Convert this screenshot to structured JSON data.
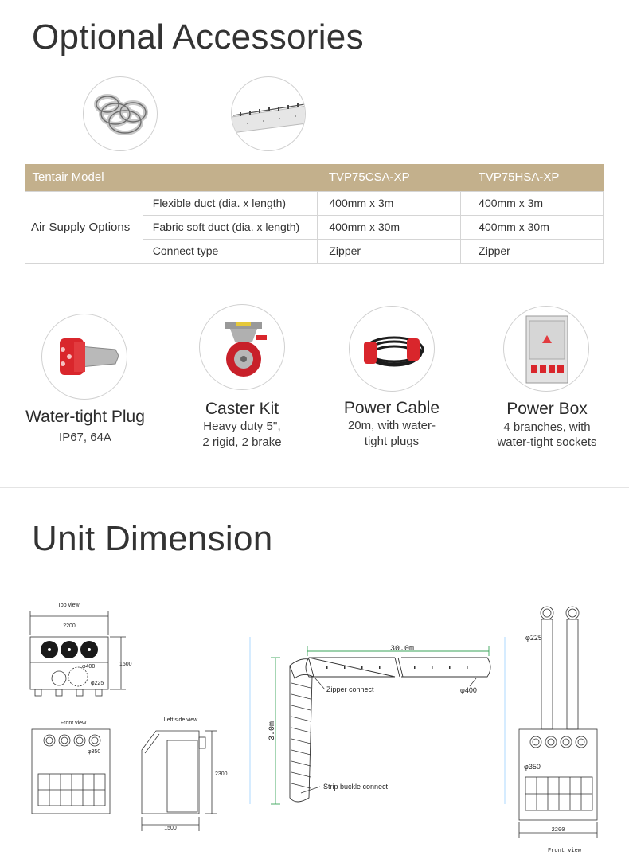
{
  "accessories_section": {
    "title": "Optional Accessories"
  },
  "spec_table": {
    "headers": [
      "Tentair Model",
      "",
      "TVP75CSA-XP",
      "TVP75HSA-XP"
    ],
    "group_label": "Air Supply Options",
    "rows": [
      {
        "label": "Flexible duct (dia. x length)",
        "csa": "400mm x 3m",
        "hsa": "400mm x 3m"
      },
      {
        "label": "Fabric soft duct (dia. x length)",
        "csa": "400mm x 30m",
        "hsa": "400mm x 30m"
      },
      {
        "label": "Connect type",
        "csa": "Zipper",
        "hsa": "Zipper"
      }
    ]
  },
  "accessories": [
    {
      "title": "Water-tight Plug",
      "desc_line1": "IP67, 64A",
      "desc_line2": ""
    },
    {
      "title": "Caster Kit",
      "desc_line1": "Heavy duty 5'',",
      "desc_line2": "2 rigid, 2 brake"
    },
    {
      "title": "Power Cable",
      "desc_line1": "20m, with water-",
      "desc_line2": "tight plugs"
    },
    {
      "title": "Power Box",
      "desc_line1": "4 branches, with",
      "desc_line2": "water-tight sockets"
    }
  ],
  "dimension_section": {
    "title": "Unit Dimension"
  },
  "drawing": {
    "top_view_label": "Top view",
    "top_width": "2200",
    "top_depth": "1500",
    "top_phi400": "φ400",
    "top_phi225": "φ225",
    "front_view_label": "Front view",
    "front_phi350": "φ350",
    "left_side_view_label": "Left side view",
    "side_height": "2300",
    "side_depth": "1500",
    "duct_length": "30.0m",
    "duct_height": "3.0m",
    "zipper_connect": "Zipper connect",
    "duct_phi400": "φ400",
    "strip_buckle": "Strip buckle connect",
    "right_phi225": "φ225",
    "right_phi350": "φ350",
    "right_width": "2200",
    "right_front_view": "Front view"
  },
  "colors": {
    "table_header_bg": "#c3b08c",
    "dimension_line": "#3aa35a",
    "accent_red": "#d9262c"
  }
}
